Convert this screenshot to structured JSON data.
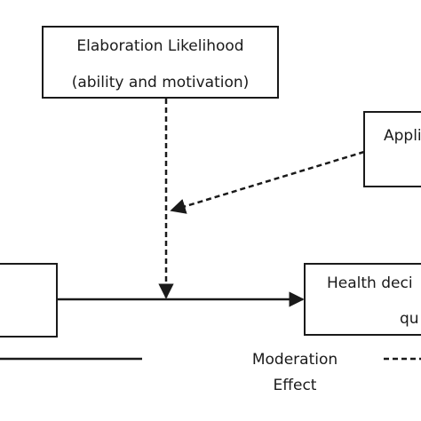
{
  "diagram": {
    "moderator": {
      "line1": "Elaboration Likelihood",
      "line2": "(ability and motivation)"
    },
    "appeal_box": {
      "text": "Appli"
    },
    "outcome_box": {
      "line1": "Health deci",
      "line2": "qu"
    },
    "legend": {
      "moderation_line1": "Moderation",
      "moderation_line2": "Effect"
    }
  },
  "colors": {
    "stroke": "#1a1a1a",
    "background": "#ffffff"
  }
}
